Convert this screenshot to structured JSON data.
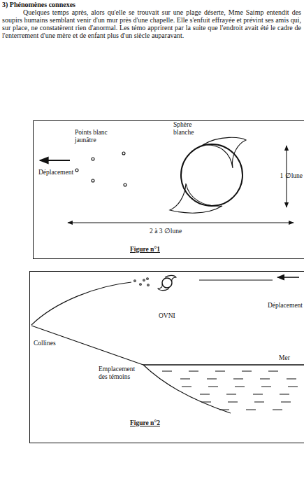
{
  "diagram": {
    "title": "3) Phénomènes connexes",
    "nodes": [
      {
        "text": [
          "Points blanc jaunâtre",
          "Sphère blanche",
          "Déplacement",
          "1 ∅lune",
          "2 à 3 ∅lune",
          "Figure n°1"
        ]
      },
      {
        "text": [
          "OVNI",
          "Déplacement",
          "Collines",
          "Mer",
          "Emplacement des témoins",
          "Figure n°2"
        ]
      }
    ],
    "labels": [
      "Quelques temps après, alors qu'elle se trouvait sur une plage déserte, Mme Saimp entendit des soupirs humains semblant venir d'un mur près d'une chapelle. Elle s'enfuit effrayée et prévint ses amis qui, sur place, ne constatèrent rien d'anormal. Les témo apprirent par la suite que l'endroit avait été le cadre de l'enterrement d'une mère et de enfant plus d'un siècle auparavant."
    ]
  }
}
